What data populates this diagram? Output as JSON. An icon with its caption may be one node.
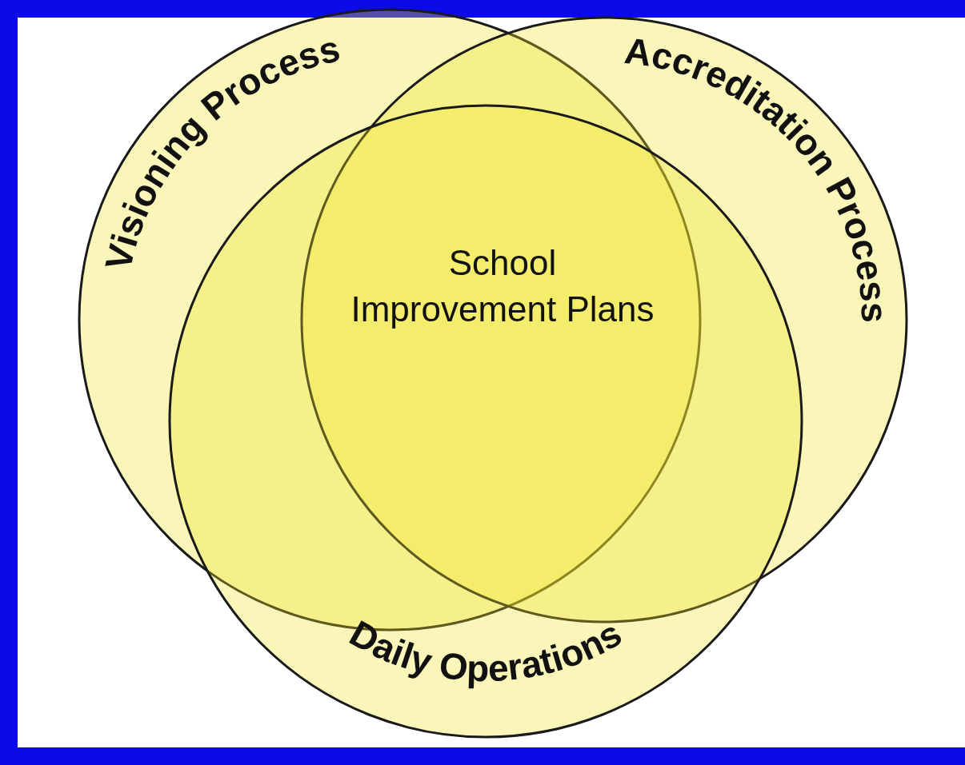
{
  "diagram": {
    "nodes": [
      {
        "text": [
          "Visioning Process"
        ]
      },
      {
        "text": [
          "Accreditation Process"
        ]
      },
      {
        "text": [
          "Daily Operations"
        ]
      }
    ],
    "labels": [
      "School Improvement Plans"
    ]
  }
}
